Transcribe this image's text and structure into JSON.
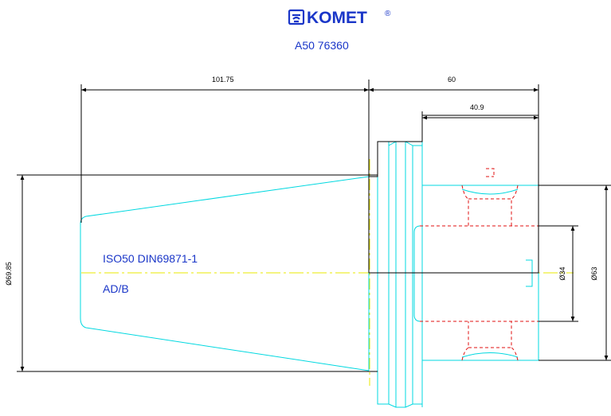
{
  "header": {
    "brand": "KOMET",
    "registered_mark": "®",
    "part_number": "A50 76360"
  },
  "notes": {
    "standard": "ISO50 DIN69871-1",
    "variant": "AD/B"
  },
  "dimensions": {
    "taper_length": "101.75",
    "head_length": "60",
    "bore_depth": "40.9",
    "flange_diameter": "Ø69.85",
    "bore_diameter": "Ø34",
    "outer_diameter": "Ø63"
  },
  "colors": {
    "brand_blue": "#1a36c8",
    "outline": "#000000",
    "taper": "#00d8e0",
    "centerline": "#e8e800",
    "hidden_line": "#e01010"
  }
}
